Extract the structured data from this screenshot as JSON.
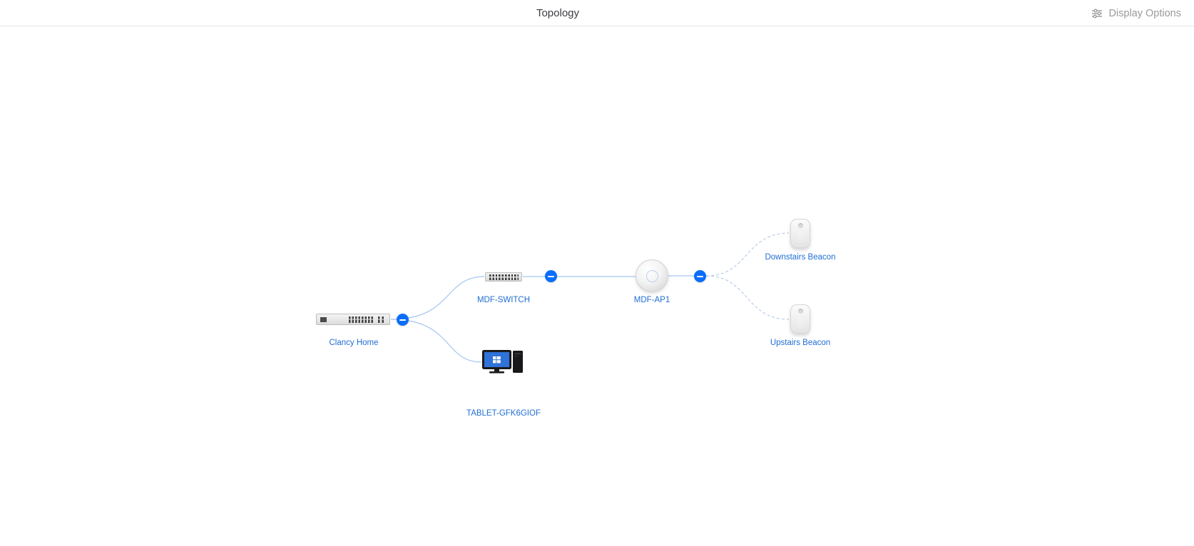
{
  "header": {
    "title": "Topology",
    "display_options_label": "Display Options"
  },
  "icons": {
    "display_options": "sliders-icon",
    "collapse": "minus-circle-icon"
  },
  "colors": {
    "accent_blue": "#0B6EFA",
    "label_blue": "#1F6ED4",
    "wired_link": "#A5C6F3",
    "wireless_link": "#B9CCE8",
    "header_text": "#3C3C41",
    "muted_text": "#9A9A9A"
  },
  "topology": {
    "nodes": [
      {
        "id": "gateway",
        "label": "Clancy Home",
        "type": "gateway"
      },
      {
        "id": "switch",
        "label": "MDF-SWITCH",
        "type": "switch"
      },
      {
        "id": "ap",
        "label": "MDF-AP1",
        "type": "access-point"
      },
      {
        "id": "beacon-down",
        "label": "Downstairs Beacon",
        "type": "beacon"
      },
      {
        "id": "beacon-up",
        "label": "Upstairs Beacon",
        "type": "beacon"
      },
      {
        "id": "tablet",
        "label": "TABLET-GFK6GIOF",
        "type": "client-pc"
      }
    ],
    "links": [
      {
        "from": "Clancy Home",
        "to": "MDF-SWITCH",
        "wireless": false
      },
      {
        "from": "Clancy Home",
        "to": "TABLET-GFK6GIOF",
        "wireless": false
      },
      {
        "from": "MDF-SWITCH",
        "to": "MDF-AP1",
        "wireless": false
      },
      {
        "from": "MDF-AP1",
        "to": "Downstairs Beacon",
        "wireless": true
      },
      {
        "from": "MDF-AP1",
        "to": "Upstairs Beacon",
        "wireless": true
      }
    ]
  }
}
